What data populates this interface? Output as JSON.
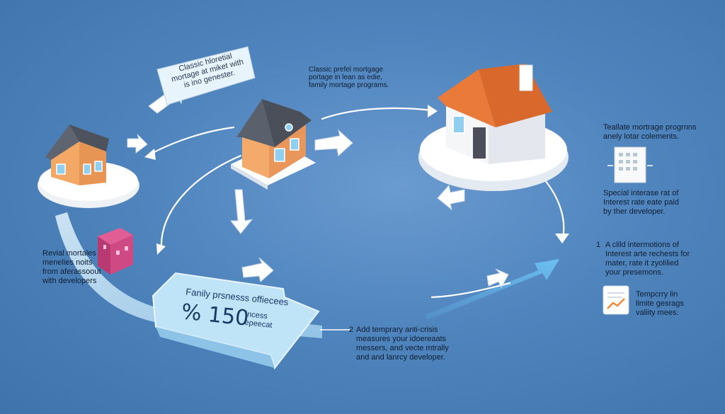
{
  "callouts": {
    "top_left": "Classic hloretial mortage at miket with is ino genester.",
    "top_center": [
      "Classic prefel mortgage",
      "portage in lean as edie,",
      "family mortage programs."
    ]
  },
  "left_text": [
    "Revial mortales",
    "menelies noits",
    "from aferassoout",
    "with developers"
  ],
  "right_panel": {
    "title": [
      "Teallate mortrage progrnns",
      "anely lotar colements."
    ],
    "special": [
      "Special interase rat of",
      "Interest rate eate paid",
      "by ther developer."
    ],
    "item1_num": "1",
    "item1": [
      "A clild intermotions of",
      "Interest arte rechests for",
      "mater, rate it zyolilied",
      "your presemons."
    ],
    "temp": [
      "Tempcrry lin",
      "limite gesrags",
      "valiity mees."
    ]
  },
  "banner": {
    "line1": "Fanily prsnesss offiecees",
    "percent": "% 150",
    "small": [
      "incess",
      "epeecat"
    ]
  },
  "bottom_item": {
    "num": "2",
    "lines": [
      "Add temprary anti-crisis",
      "measures your idoereaats",
      "messers, and vecte mtrally",
      "and and lanrcy developer."
    ]
  },
  "icons": [
    "house-small-left",
    "house-small-center",
    "house-large-right",
    "gift-box",
    "building-doc",
    "chart-doc"
  ],
  "colors": {
    "background": "#4f84bd",
    "roof_gray": "#5f6470",
    "roof_orange": "#e07838",
    "wall_orange": "#f0a868",
    "banner": "#bfe3f7"
  }
}
